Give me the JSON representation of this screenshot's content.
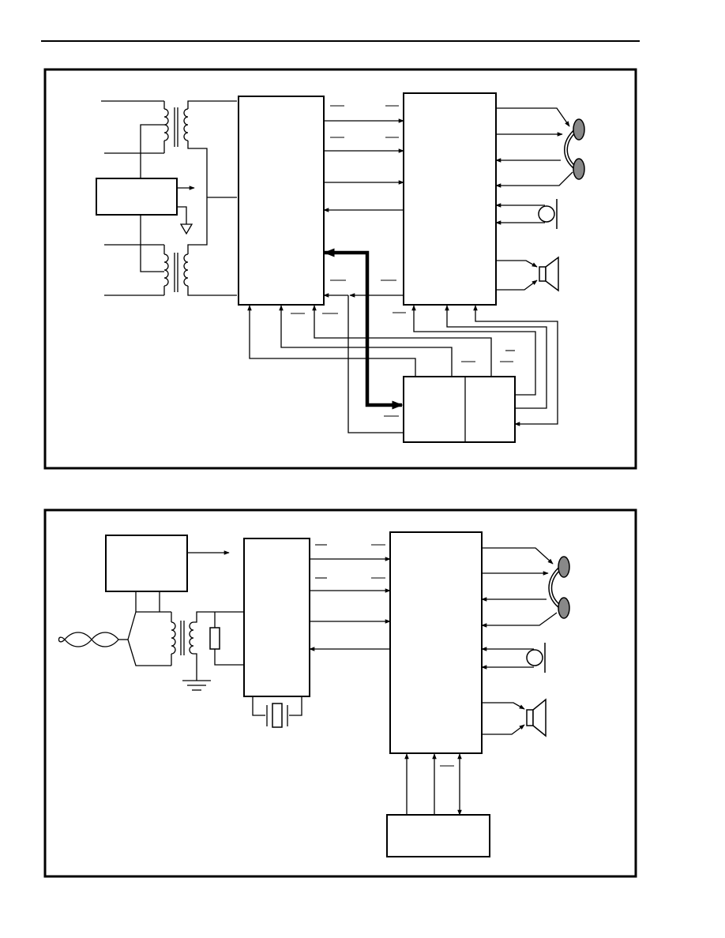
{
  "page": {
    "header_rule": true,
    "colors": {
      "line": "#000000",
      "background": "#ffffff"
    }
  },
  "figures": [
    {
      "id": "top-figure",
      "blocks": [
        "block-left-small",
        "block-codec",
        "block-processor",
        "block-controller"
      ],
      "components": [
        "line-transformer-upper",
        "line-transformer-lower",
        "ground-symbol",
        "handset-icon",
        "microphone-icon",
        "speaker-icon"
      ],
      "text": []
    },
    {
      "id": "bottom-figure",
      "blocks": [
        "block-top-left",
        "block-codec",
        "block-processor",
        "block-bottom"
      ],
      "components": [
        "twisted-pair",
        "line-transformer",
        "resistor",
        "ground-symbol",
        "crystal",
        "handset-icon",
        "microphone-icon",
        "speaker-icon"
      ],
      "text": []
    }
  ],
  "icons": [
    "handset-icon",
    "microphone-icon",
    "speaker-icon",
    "ground-icon",
    "crystal-icon",
    "resistor-icon",
    "transformer-icon",
    "twisted-pair-icon"
  ]
}
